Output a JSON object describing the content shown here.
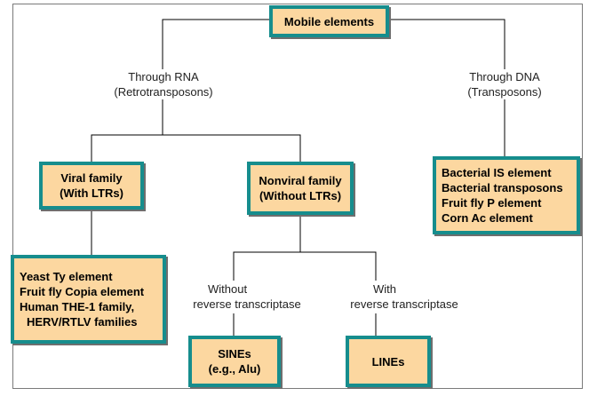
{
  "root": {
    "label": "Mobile elements"
  },
  "branch_rna": {
    "line1": "Through RNA",
    "line2": "(Retrotransposons)"
  },
  "branch_dna": {
    "line1": "Through DNA",
    "line2": "(Transposons)"
  },
  "viral": {
    "line1": "Viral family",
    "line2": "(With LTRs)"
  },
  "nonviral": {
    "line1": "Nonviral family",
    "line2": "(Without LTRs)"
  },
  "viral_examples": [
    "Yeast Ty element",
    "Fruit fly Copia element",
    "Human THE-1 family,",
    "HERV/RTLV families"
  ],
  "dna_examples": [
    "Bacterial IS element",
    "Bacterial transposons",
    "Fruit fly P element",
    "Corn Ac element"
  ],
  "without_rt": {
    "line1": "Without",
    "line2": "reverse transcriptase"
  },
  "with_rt": {
    "line1": "With",
    "line2": "reverse transcriptase"
  },
  "sines": {
    "line1": "SINEs",
    "line2": "(e.g., Alu)"
  },
  "lines": {
    "label": "LINEs"
  },
  "colors": {
    "box_fill": "#fcd7a0",
    "box_border": "#168d8d",
    "line": "#000000"
  }
}
